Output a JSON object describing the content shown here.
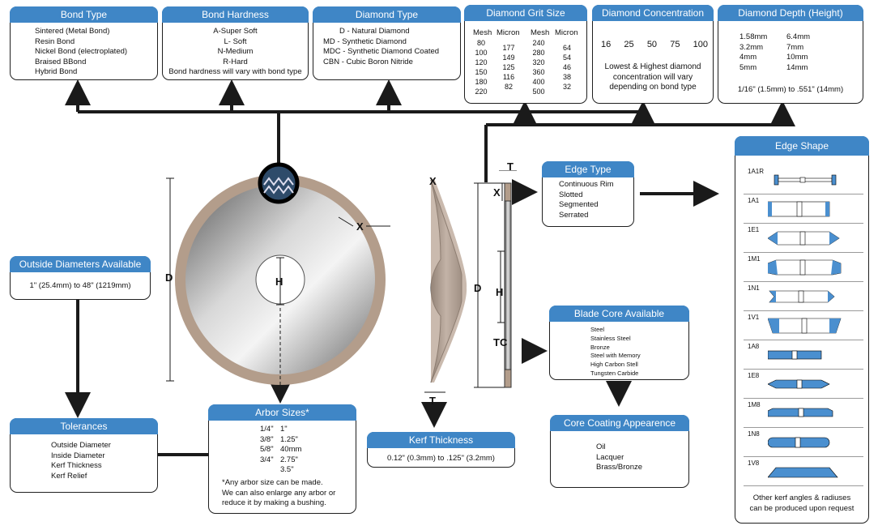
{
  "colors": {
    "header": "#3f86c6",
    "wheel_rim": "#b39d8b",
    "blue_fill": "#4a8fcf",
    "line": "#1a1a1a"
  },
  "bond_type": {
    "title": "Bond Type",
    "items": [
      "Sintered (Metal Bond)",
      "Resin Bond",
      "Nickel Bond (electroplated)",
      "Braised BBond",
      "Hybrid Bond"
    ]
  },
  "bond_hardness": {
    "title": "Bond Hardness",
    "items": [
      "A-Super Soft",
      "L- Soft",
      "N-Medium",
      "R-Hard"
    ],
    "note": "Bond hardness will vary with bond type"
  },
  "diamond_type": {
    "title": "Diamond Type",
    "items": [
      "D - Natural Diamond",
      "MD - Synthetic Diamond",
      "MDC - Synthetic Diamond Coated",
      "CBN - Cubic Boron Nitride"
    ]
  },
  "grit": {
    "title": "Diamond Grit Size",
    "mesh_label": "Mesh",
    "micron_label": "Micron",
    "mesh1": [
      "80",
      "100",
      "120",
      "150",
      "180",
      "220"
    ],
    "micron1": [
      "177",
      "149",
      "125",
      "116",
      "82"
    ],
    "mesh2": [
      "240",
      "280",
      "320",
      "360",
      "400",
      "500"
    ],
    "micron2": [
      "64",
      "54",
      "46",
      "38",
      "32"
    ]
  },
  "concentration": {
    "title": "Diamond Concentration",
    "values": [
      "16",
      "25",
      "50",
      "75",
      "100"
    ],
    "note": [
      "Lowest & Highest diamond",
      "concentration will vary",
      "depending on bond type"
    ]
  },
  "depth": {
    "title": "Diamond Depth (Height)",
    "col1": [
      "1.58mm",
      "3.2mm",
      "4mm",
      "5mm"
    ],
    "col2": [
      "6.4mm",
      "7mm",
      "10mm",
      "14mm"
    ],
    "range": "1/16\" (1.5mm) to .551\" (14mm)"
  },
  "outside_diam": {
    "title": "Outside Diameters Available",
    "text": "1\" (25.4mm) to 48\" (1219mm)"
  },
  "tolerances": {
    "title": "Tolerances",
    "items": [
      "Outside Diameter",
      "Inside Diameter",
      "Kerf Thickness",
      "Kerf Relief"
    ]
  },
  "arbor": {
    "title": "Arbor Sizes*",
    "col1": [
      "1/4\"",
      "3/8\"",
      "5/8\"",
      "3/4\""
    ],
    "col2": [
      "1\"",
      "1.25\"",
      "40mm",
      "2.75\"",
      "3.5\""
    ],
    "note": [
      "*Any arbor size can be made.",
      "We can also enlarge any arbor or",
      "reduce it by making a bushing."
    ]
  },
  "kerf": {
    "title": "Kerf Thickness",
    "text": "0.12\" (0.3mm) to .125\" (3.2mm)"
  },
  "edge_type": {
    "title": "Edge Type",
    "items": [
      "Continuous Rim",
      "Slotted",
      "Segmented",
      "Serrated"
    ]
  },
  "blade_core": {
    "title": "Blade Core Available",
    "items": [
      "Steel",
      "Stainless Steel",
      "Bronze",
      "Steel with Memory",
      "High Carbon Stell",
      "Tungsten Carbide"
    ]
  },
  "coating": {
    "title": "Core Coating Appearence",
    "items": [
      "Oil",
      "Lacquer",
      "Brass/Bronze"
    ]
  },
  "edge_shape": {
    "title": "Edge Shape",
    "shapes": [
      "1A1R",
      "1A1",
      "1E1",
      "1M1",
      "1N1",
      "1V1",
      "1A8",
      "1E8",
      "1M8",
      "1N8",
      "1V8"
    ],
    "note": [
      "Other kerf angles & radiuses",
      "can be produced upon request"
    ]
  },
  "labels": {
    "D": "D",
    "H": "H",
    "X": "X",
    "T": "T",
    "TC": "TC"
  }
}
